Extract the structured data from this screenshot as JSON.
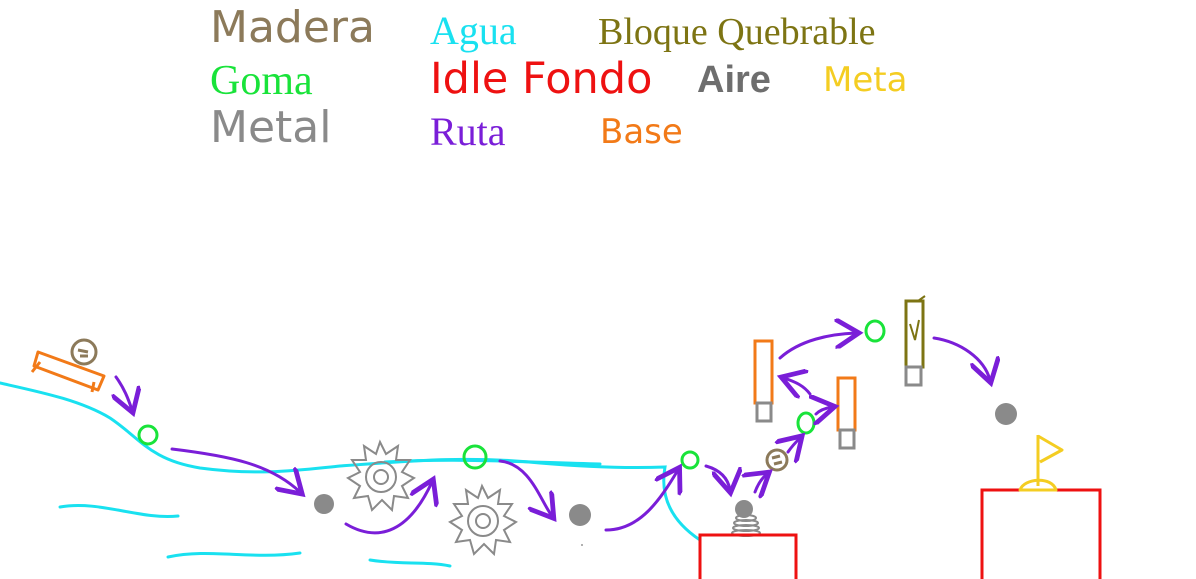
{
  "legend": [
    {
      "key": "madera",
      "label": "Madera",
      "color": "#8c7a5a"
    },
    {
      "key": "agua",
      "label": "Agua",
      "color": "#19e1f0"
    },
    {
      "key": "bloque",
      "label": "Bloque Quebrable",
      "color": "#7d7413"
    },
    {
      "key": "goma",
      "label": "Goma",
      "color": "#19e33a"
    },
    {
      "key": "idle",
      "label": "Idle Fondo",
      "color": "#ee1111"
    },
    {
      "key": "aire",
      "label": "Aire",
      "color": "#6e6e6e"
    },
    {
      "key": "meta",
      "label": "Meta",
      "color": "#f4cd22"
    },
    {
      "key": "metal",
      "label": "Metal",
      "color": "#8a8a8a"
    },
    {
      "key": "ruta",
      "label": "Ruta",
      "color": "#7a1ed8"
    },
    {
      "key": "base",
      "label": "Base",
      "color": "#f27a18"
    }
  ],
  "colors": {
    "madera": "#8c7a5a",
    "agua": "#19e1f0",
    "bloque": "#7d7413",
    "goma": "#19e33a",
    "idle": "#ee1111",
    "aire": "#6e6e6e",
    "meta": "#f4cd22",
    "metal": "#8a8a8a",
    "ruta": "#7a1ed8",
    "base": "#f27a18"
  }
}
